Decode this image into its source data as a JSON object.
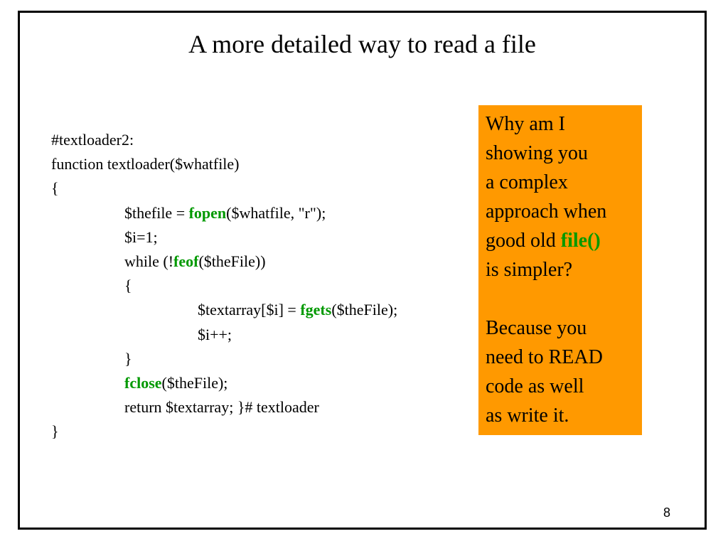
{
  "slide": {
    "title": "A more detailed way to read a file",
    "page_number": "8"
  },
  "code": {
    "line1": "#textloader2:",
    "line2": "function textloader($whatfile)",
    "line3": "{",
    "line4_pre": "$thefile = ",
    "line4_kw": "fopen",
    "line4_post": "($whatfile, \"r\");",
    "line5": "$i=1;",
    "line6_pre": "while (!",
    "line6_kw": "feof",
    "line6_post": "($theFile))",
    "line7": "{",
    "line8_pre": "$textarray[$i] = ",
    "line8_kw": "fgets",
    "line8_post": "($theFile);",
    "line9": "$i++;",
    "line10": "}",
    "line11_kw": "fclose",
    "line11_post": "($theFile);",
    "line12": "return $textarray; }# textloader",
    "line13": "}"
  },
  "callout": {
    "line1": "Why am I",
    "line2": "showing you",
    "line3": "a complex",
    "line4": "approach when",
    "line5_pre": "good old ",
    "line5_kw": "file()",
    "line6": "is simpler?",
    "line7": "Because you",
    "line8": "need to READ",
    "line9": "code as well",
    "line10": "as write it."
  },
  "colors": {
    "callout_background": "#ff9900",
    "keyword": "#009900"
  }
}
